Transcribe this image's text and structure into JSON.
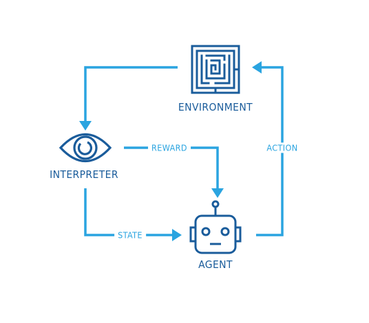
{
  "nodes": {
    "environment": {
      "label": "ENVIRONMENT",
      "icon": "maze-icon"
    },
    "interpreter": {
      "label": "INTERPRETER",
      "icon": "eye-icon"
    },
    "agent": {
      "label": "AGENT",
      "icon": "robot-icon"
    }
  },
  "edges": {
    "reward": {
      "label": "REWARD"
    },
    "state": {
      "label": "STATE"
    },
    "action": {
      "label": "ACTION"
    }
  },
  "colors": {
    "icon": "#1a5c9b",
    "arrow": "#2aa4e0"
  }
}
